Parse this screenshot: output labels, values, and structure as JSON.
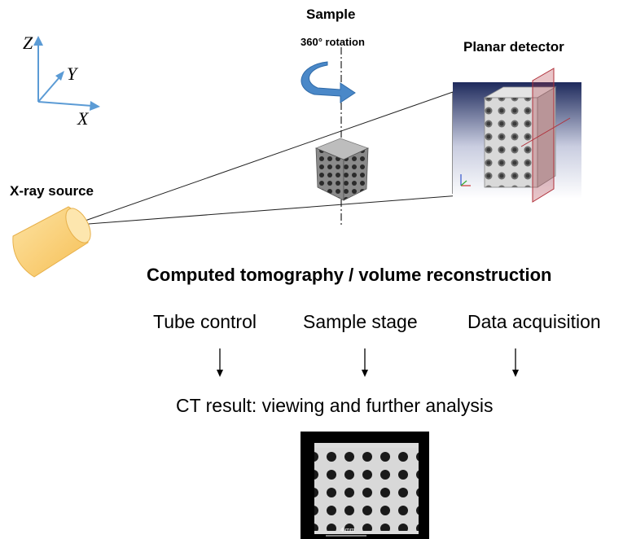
{
  "sample": {
    "title": "Sample",
    "rotation": "360° rotation"
  },
  "detector": {
    "title": "Planar detector"
  },
  "source": {
    "title": "X-ray source"
  },
  "axes": {
    "z": "Z",
    "y": "Y",
    "x": "X"
  },
  "section_title": "Computed tomography / volume reconstruction",
  "steps": [
    "Tube control",
    "Sample stage",
    "Data acquisition"
  ],
  "result": {
    "title": "CT result: viewing and further analysis",
    "scale_label": "4 mm"
  },
  "colors": {
    "axis": "#5b9bd5",
    "arrow": "#4a88c8",
    "source": "#fbd27a",
    "detector_plane": "#b0303a"
  }
}
